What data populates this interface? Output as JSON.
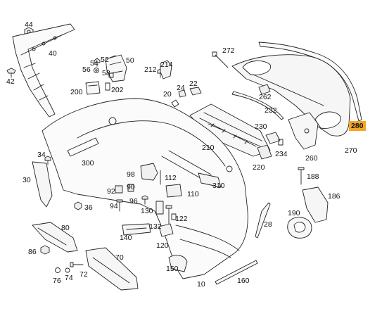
{
  "diagram": {
    "type": "exploded-parts-diagram",
    "highlight_color": "#f5a623",
    "highlighted_part": "280",
    "labels": [
      "44",
      "40",
      "42",
      "54",
      "52",
      "50",
      "56",
      "58",
      "200",
      "202",
      "212",
      "214",
      "20",
      "24",
      "22",
      "272",
      "262",
      "232",
      "230",
      "234",
      "280",
      "270",
      "260",
      "34",
      "300",
      "30",
      "98",
      "90",
      "92",
      "96",
      "94",
      "36",
      "112",
      "110",
      "310",
      "210",
      "220",
      "188",
      "186",
      "190",
      "130",
      "132",
      "122",
      "120",
      "140",
      "150",
      "80",
      "86",
      "70",
      "76",
      "74",
      "72",
      "28",
      "10",
      "160"
    ]
  }
}
